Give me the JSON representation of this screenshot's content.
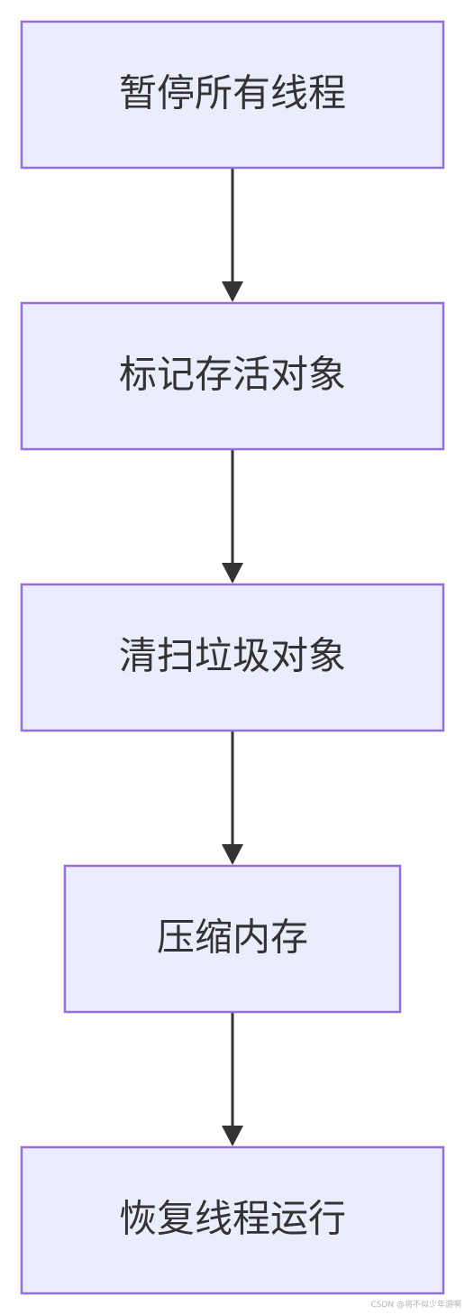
{
  "flowchart": {
    "direction": "top-down",
    "node_fill": "#ececff",
    "node_border": "#9370db",
    "edge_color": "#333333",
    "text_color": "#333333",
    "nodes": [
      {
        "id": "pause",
        "label": "暂停所有线程"
      },
      {
        "id": "mark",
        "label": "标记存活对象"
      },
      {
        "id": "sweep",
        "label": "清扫垃圾对象"
      },
      {
        "id": "compact",
        "label": "压缩内存"
      },
      {
        "id": "resume",
        "label": "恢复线程运行"
      }
    ],
    "edges": [
      {
        "from": "pause",
        "to": "mark"
      },
      {
        "from": "mark",
        "to": "sweep"
      },
      {
        "from": "sweep",
        "to": "compact"
      },
      {
        "from": "compact",
        "to": "resume"
      }
    ]
  },
  "watermark": "CSDN @将不似少年游啊"
}
